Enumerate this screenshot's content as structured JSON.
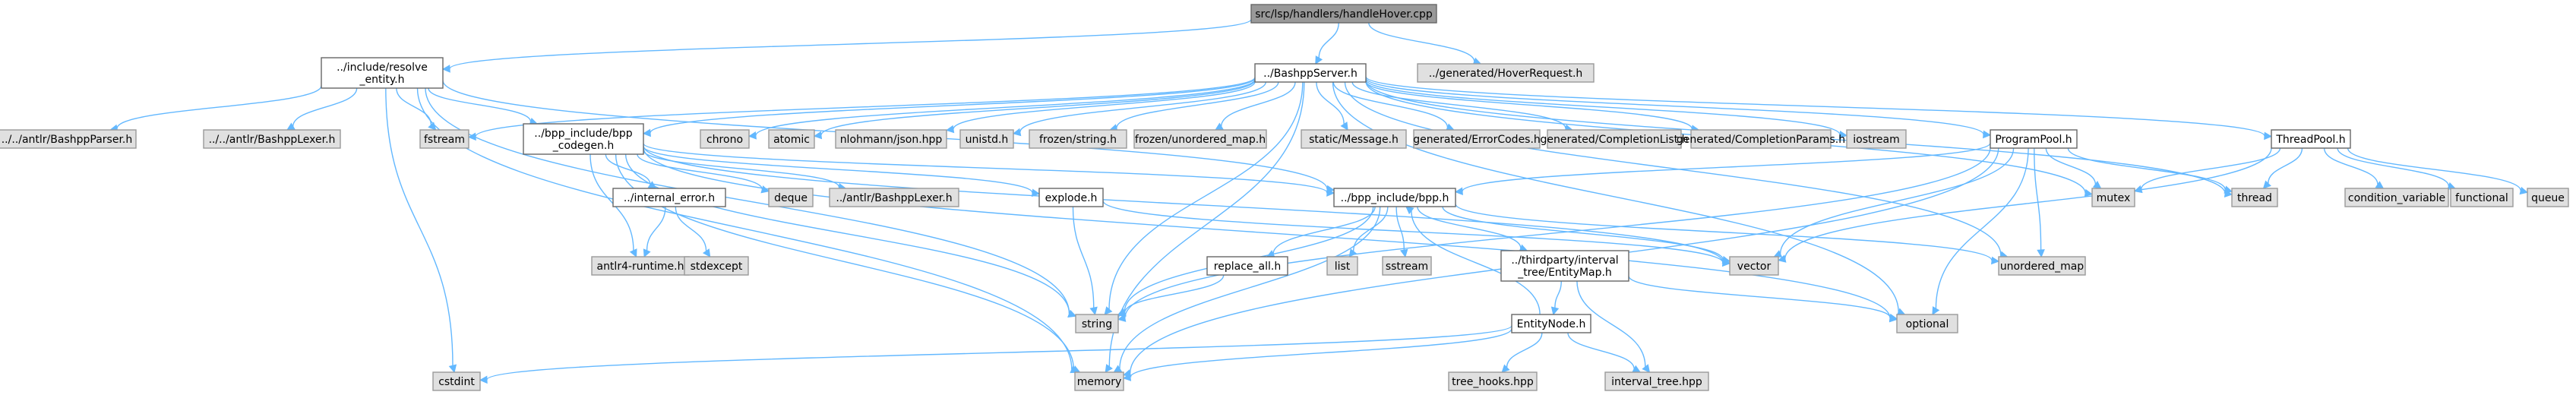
{
  "graph": {
    "nodes": [
      {
        "id": "root",
        "lines": [
          "src/lsp/handlers/handleHover.cpp"
        ],
        "style": "root"
      },
      {
        "id": "resolve",
        "lines": [
          "../include/resolve",
          "_entity.h"
        ],
        "style": "file"
      },
      {
        "id": "bashpp",
        "lines": [
          "../BashppServer.h"
        ],
        "style": "file"
      },
      {
        "id": "hoverreq",
        "lines": [
          "../generated/HoverRequest.h"
        ],
        "style": "sys"
      },
      {
        "id": "parserh",
        "lines": [
          "../../antlr/BashppParser.h"
        ],
        "style": "sys"
      },
      {
        "id": "lexer2",
        "lines": [
          "../../antlr/BashppLexer.h"
        ],
        "style": "sys"
      },
      {
        "id": "fstream",
        "lines": [
          "fstream"
        ],
        "style": "sys"
      },
      {
        "id": "codegen",
        "lines": [
          "../bpp_include/bpp",
          "_codegen.h"
        ],
        "style": "file"
      },
      {
        "id": "chrono",
        "lines": [
          "chrono"
        ],
        "style": "sys"
      },
      {
        "id": "atomic",
        "lines": [
          "atomic"
        ],
        "style": "sys"
      },
      {
        "id": "json",
        "lines": [
          "nlohmann/json.hpp"
        ],
        "style": "sys"
      },
      {
        "id": "unistd",
        "lines": [
          "unistd.h"
        ],
        "style": "sys"
      },
      {
        "id": "fstring",
        "lines": [
          "frozen/string.h"
        ],
        "style": "sys"
      },
      {
        "id": "fumap",
        "lines": [
          "frozen/unordered_map.h"
        ],
        "style": "sys"
      },
      {
        "id": "staticmsg",
        "lines": [
          "static/Message.h"
        ],
        "style": "sys"
      },
      {
        "id": "errcodes",
        "lines": [
          "generated/ErrorCodes.h"
        ],
        "style": "sys"
      },
      {
        "id": "complist",
        "lines": [
          "generated/CompletionList.h"
        ],
        "style": "sys"
      },
      {
        "id": "compparams",
        "lines": [
          "generated/CompletionParams.h"
        ],
        "style": "sys"
      },
      {
        "id": "iostream",
        "lines": [
          "iostream"
        ],
        "style": "sys"
      },
      {
        "id": "progpool",
        "lines": [
          "ProgramPool.h"
        ],
        "style": "file"
      },
      {
        "id": "threadpool",
        "lines": [
          "ThreadPool.h"
        ],
        "style": "file"
      },
      {
        "id": "interr",
        "lines": [
          "../internal_error.h"
        ],
        "style": "file"
      },
      {
        "id": "deque",
        "lines": [
          "deque"
        ],
        "style": "sys"
      },
      {
        "id": "lexer1",
        "lines": [
          "../antlr/BashppLexer.h"
        ],
        "style": "sys"
      },
      {
        "id": "explode",
        "lines": [
          "explode.h"
        ],
        "style": "file"
      },
      {
        "id": "bpph",
        "lines": [
          "../bpp_include/bpp.h"
        ],
        "style": "file"
      },
      {
        "id": "mutex",
        "lines": [
          "mutex"
        ],
        "style": "sys"
      },
      {
        "id": "thread",
        "lines": [
          "thread"
        ],
        "style": "sys"
      },
      {
        "id": "condvar",
        "lines": [
          "condition_variable"
        ],
        "style": "sys"
      },
      {
        "id": "functional",
        "lines": [
          "functional"
        ],
        "style": "sys"
      },
      {
        "id": "queue",
        "lines": [
          "queue"
        ],
        "style": "sys"
      },
      {
        "id": "antlr4",
        "lines": [
          "antlr4-runtime.h"
        ],
        "style": "sys"
      },
      {
        "id": "stdexcept",
        "lines": [
          "stdexcept"
        ],
        "style": "sys"
      },
      {
        "id": "replaceall",
        "lines": [
          "replace_all.h"
        ],
        "style": "file"
      },
      {
        "id": "list",
        "lines": [
          "list"
        ],
        "style": "sys"
      },
      {
        "id": "sstream",
        "lines": [
          "sstream"
        ],
        "style": "sys"
      },
      {
        "id": "entitymap",
        "lines": [
          "../thirdparty/interval",
          "_tree/EntityMap.h"
        ],
        "style": "file"
      },
      {
        "id": "vector",
        "lines": [
          "vector"
        ],
        "style": "sys"
      },
      {
        "id": "umap",
        "lines": [
          "unordered_map"
        ],
        "style": "sys"
      },
      {
        "id": "string",
        "lines": [
          "string"
        ],
        "style": "sys"
      },
      {
        "id": "optional",
        "lines": [
          "optional"
        ],
        "style": "sys"
      },
      {
        "id": "entitynode",
        "lines": [
          "EntityNode.h"
        ],
        "style": "file"
      },
      {
        "id": "cstdint",
        "lines": [
          "cstdint"
        ],
        "style": "sys"
      },
      {
        "id": "memory",
        "lines": [
          "memory"
        ],
        "style": "sys"
      },
      {
        "id": "treehooks",
        "lines": [
          "tree_hooks.hpp"
        ],
        "style": "sys"
      },
      {
        "id": "itree",
        "lines": [
          "interval_tree.hpp"
        ],
        "style": "sys"
      }
    ],
    "edges": [
      [
        "root",
        "resolve"
      ],
      [
        "root",
        "bashpp"
      ],
      [
        "root",
        "hoverreq"
      ],
      [
        "resolve",
        "parserh"
      ],
      [
        "resolve",
        "lexer2"
      ],
      [
        "resolve",
        "fstream"
      ],
      [
        "resolve",
        "codegen"
      ],
      [
        "resolve",
        "cstdint"
      ],
      [
        "resolve",
        "memory"
      ],
      [
        "resolve",
        "bpph"
      ],
      [
        "resolve",
        "string"
      ],
      [
        "bashpp",
        "fstream"
      ],
      [
        "bashpp",
        "codegen"
      ],
      [
        "bashpp",
        "chrono"
      ],
      [
        "bashpp",
        "atomic"
      ],
      [
        "bashpp",
        "json"
      ],
      [
        "bashpp",
        "unistd"
      ],
      [
        "bashpp",
        "fstring"
      ],
      [
        "bashpp",
        "fumap"
      ],
      [
        "bashpp",
        "staticmsg"
      ],
      [
        "bashpp",
        "errcodes"
      ],
      [
        "bashpp",
        "complist"
      ],
      [
        "bashpp",
        "compparams"
      ],
      [
        "bashpp",
        "iostream"
      ],
      [
        "bashpp",
        "progpool"
      ],
      [
        "bashpp",
        "threadpool"
      ],
      [
        "bashpp",
        "mutex"
      ],
      [
        "bashpp",
        "thread"
      ],
      [
        "bashpp",
        "umap"
      ],
      [
        "bashpp",
        "optional"
      ],
      [
        "bashpp",
        "memory"
      ],
      [
        "bashpp",
        "string"
      ],
      [
        "codegen",
        "interr"
      ],
      [
        "codegen",
        "deque"
      ],
      [
        "codegen",
        "lexer1"
      ],
      [
        "codegen",
        "explode"
      ],
      [
        "codegen",
        "bpph"
      ],
      [
        "codegen",
        "antlr4"
      ],
      [
        "codegen",
        "memory"
      ],
      [
        "codegen",
        "string"
      ],
      [
        "codegen",
        "optional"
      ],
      [
        "codegen",
        "vector"
      ],
      [
        "interr",
        "antlr4"
      ],
      [
        "interr",
        "stdexcept"
      ],
      [
        "explode",
        "string"
      ],
      [
        "explode",
        "vector"
      ],
      [
        "bpph",
        "replaceall"
      ],
      [
        "bpph",
        "list"
      ],
      [
        "bpph",
        "sstream"
      ],
      [
        "bpph",
        "entitymap"
      ],
      [
        "bpph",
        "vector"
      ],
      [
        "bpph",
        "string"
      ],
      [
        "bpph",
        "memory"
      ],
      [
        "bpph",
        "umap"
      ],
      [
        "replaceall",
        "string"
      ],
      [
        "entitymap",
        "entitynode"
      ],
      [
        "entitymap",
        "itree"
      ],
      [
        "entitymap",
        "optional"
      ],
      [
        "entitynode",
        "bpph"
      ],
      [
        "entitynode",
        "cstdint"
      ],
      [
        "entitynode",
        "memory"
      ],
      [
        "entitynode",
        "treehooks"
      ],
      [
        "entitynode",
        "itree"
      ],
      [
        "progpool",
        "bpph"
      ],
      [
        "progpool",
        "mutex"
      ],
      [
        "progpool",
        "thread"
      ],
      [
        "progpool",
        "umap"
      ],
      [
        "progpool",
        "optional"
      ],
      [
        "progpool",
        "vector"
      ],
      [
        "progpool",
        "string"
      ],
      [
        "progpool",
        "memory"
      ],
      [
        "threadpool",
        "condvar"
      ],
      [
        "threadpool",
        "functional"
      ],
      [
        "threadpool",
        "queue"
      ],
      [
        "threadpool",
        "mutex"
      ],
      [
        "threadpool",
        "thread"
      ],
      [
        "threadpool",
        "vector"
      ]
    ]
  },
  "colors": {
    "edge": "#63b8ff",
    "file_fill": "#ffffff",
    "file_stroke": "#666666",
    "sys_fill": "#e0e0e0",
    "sys_stroke": "#999999",
    "root_fill": "#999999",
    "root_stroke": "#666666"
  }
}
